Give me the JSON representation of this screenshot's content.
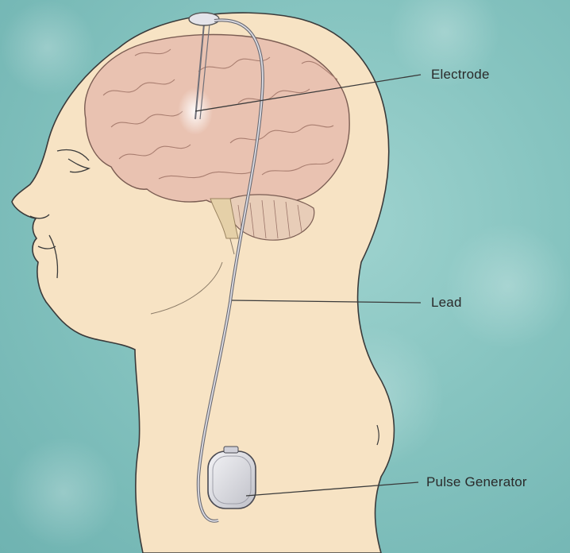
{
  "labels": {
    "electrode": "Electrode",
    "lead": "Lead",
    "pulse_generator": "Pulse Generator"
  },
  "colors": {
    "background": "#86c4c0",
    "skin": "#f7e3c4",
    "brain": "#e9c2b1",
    "outline": "#3a3a3a",
    "device": "#d9d9e0"
  }
}
